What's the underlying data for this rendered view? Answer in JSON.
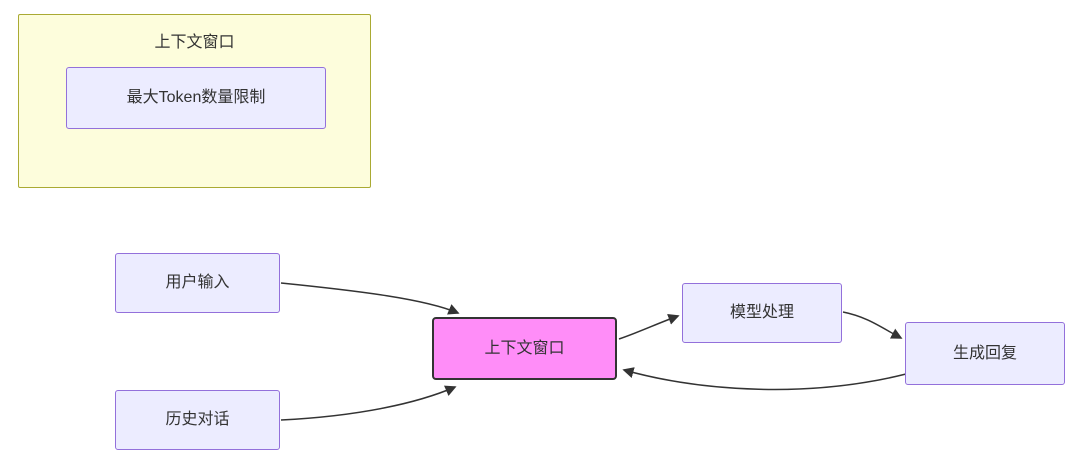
{
  "diagram": {
    "subgraph": {
      "title": "上下文窗口",
      "inner_node_label": "最大Token数量限制"
    },
    "nodes": {
      "user_input": "用户输入",
      "history_dialog": "历史对话",
      "context_window": "上下文窗口",
      "model_processing": "模型处理",
      "generate_reply": "生成回复"
    },
    "edges": [
      {
        "from": "用户输入",
        "to": "上下文窗口"
      },
      {
        "from": "历史对话",
        "to": "上下文窗口"
      },
      {
        "from": "上下文窗口",
        "to": "模型处理"
      },
      {
        "from": "模型处理",
        "to": "生成回复"
      },
      {
        "from": "生成回复",
        "to": "上下文窗口"
      }
    ],
    "colors": {
      "node_fill": "#ececff",
      "node_border": "#9370db",
      "subgraph_fill": "#fdfddc",
      "subgraph_border": "#aaaa33",
      "highlight_fill": "#ff8df8",
      "highlight_border": "#333333",
      "edge_color": "#333333",
      "text_color": "#333333"
    }
  }
}
